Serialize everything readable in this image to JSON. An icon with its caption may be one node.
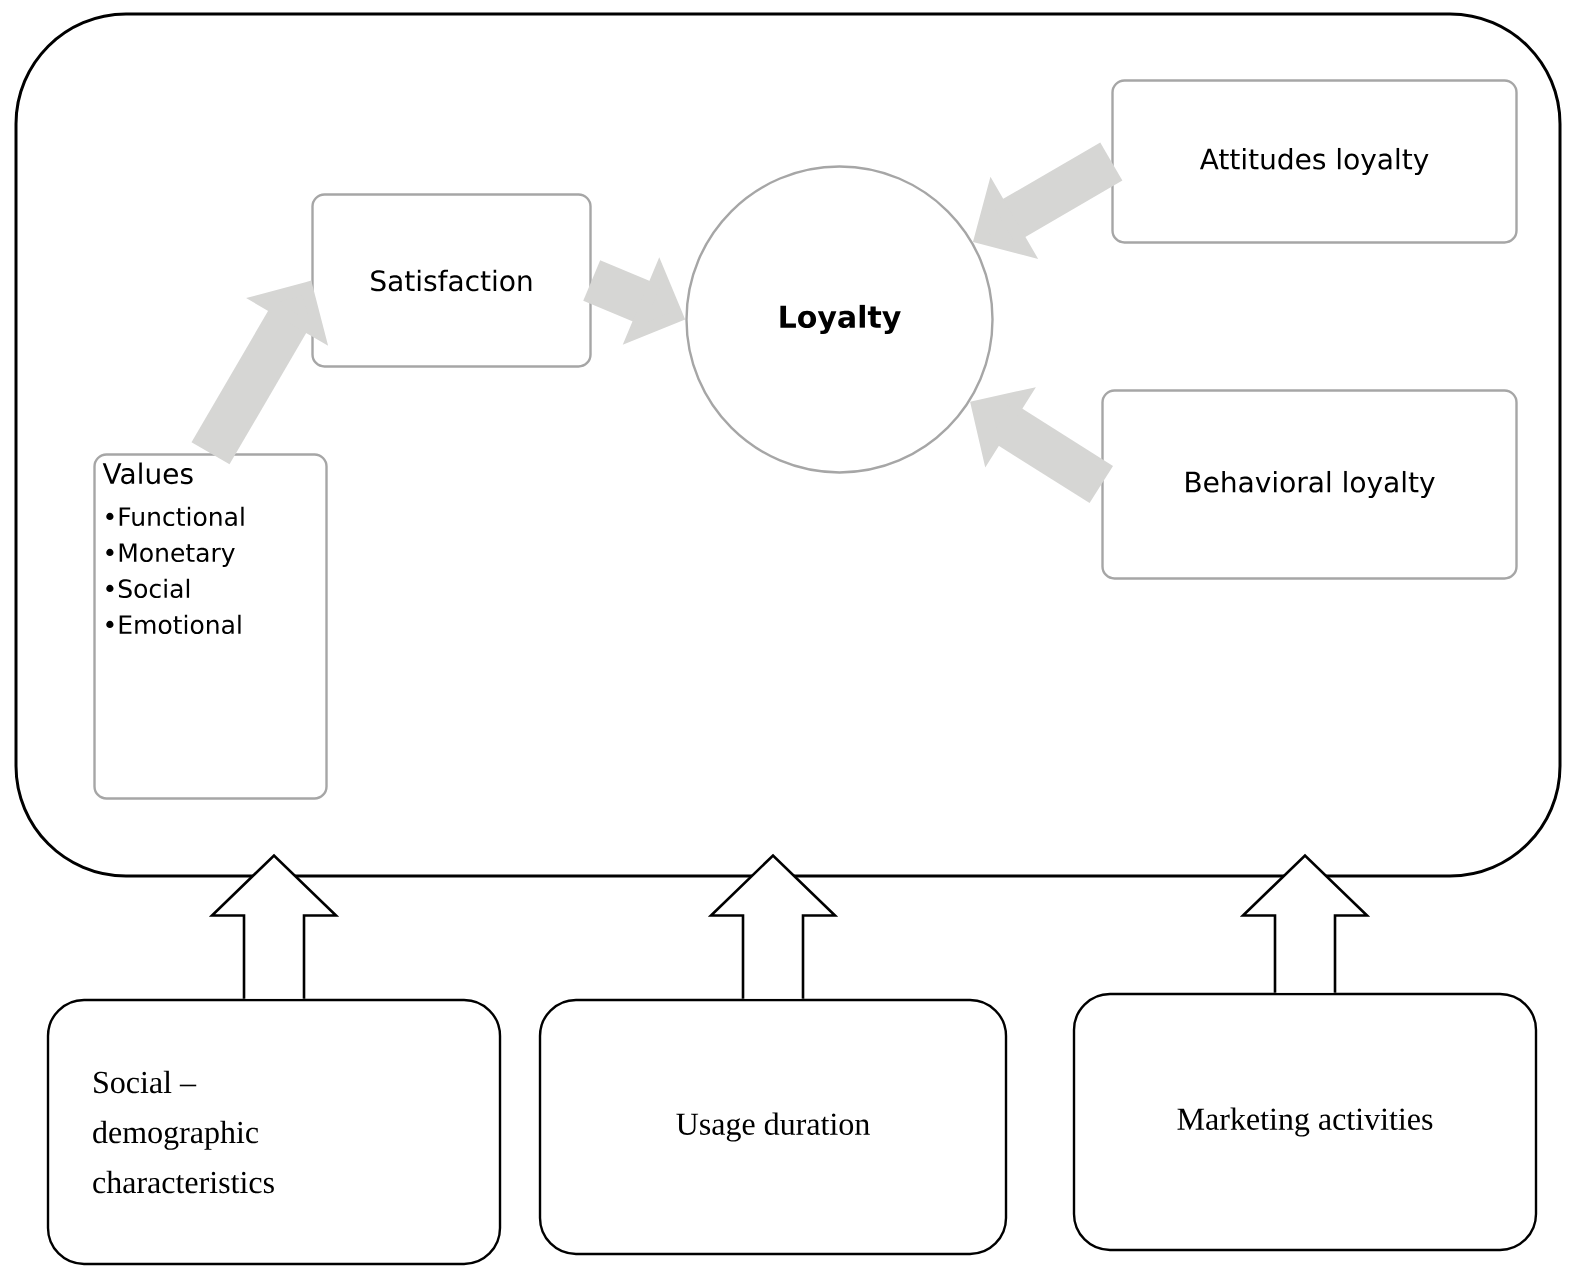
{
  "diagram": {
    "nodes": [
      {
        "text": [],
        "shape": "box"
      },
      {
        "text": [
          "Values",
          "•Functional",
          "•Monetary",
          "•Social",
          "•Emotional"
        ],
        "in": 0
      },
      {
        "text": [
          "Satisfaction"
        ],
        "in": 0
      },
      {
        "text": [
          "Loyalty"
        ],
        "in": 0
      },
      {
        "text": [
          "Attitudes loyalty"
        ],
        "in": 0
      },
      {
        "text": [
          "Behavioral loyalty"
        ],
        "in": 0
      },
      {
        "text": [
          "Social – demographic characteristics"
        ]
      },
      {
        "text": [
          "Usage duration"
        ]
      },
      {
        "text": [
          "Marketing activities"
        ]
      }
    ],
    "edges": [
      {
        "from": 1,
        "to": 2,
        "arrow": "to"
      },
      {
        "from": 2,
        "to": 3,
        "arrow": "to"
      },
      {
        "from": 4,
        "to": 3,
        "arrow": "to"
      },
      {
        "from": 5,
        "to": 3,
        "arrow": "to"
      },
      {
        "from": 6,
        "to": 0,
        "arrow": "to",
        "color": "#000000"
      },
      {
        "from": 7,
        "to": 0,
        "arrow": "to",
        "color": "#000000"
      },
      {
        "from": 8,
        "to": 0,
        "arrow": "to",
        "color": "#000000"
      }
    ]
  }
}
